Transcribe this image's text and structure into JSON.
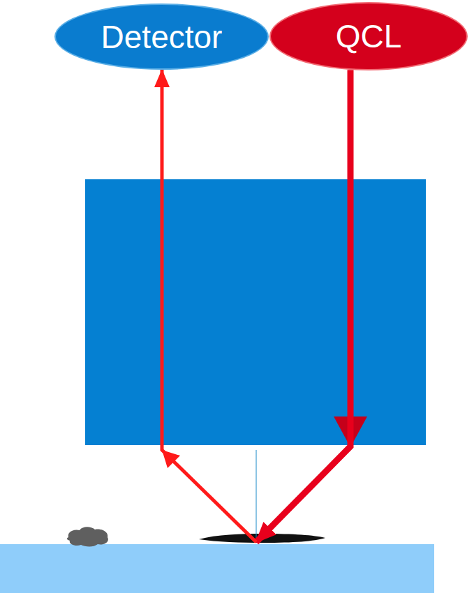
{
  "diagram": {
    "nodes": [
      {
        "text": [
          "Detector"
        ]
      },
      {
        "text": [
          "QCL"
        ]
      }
    ],
    "edges": [
      {
        "from": 1,
        "to": 0,
        "arrow": "to"
      }
    ]
  }
}
